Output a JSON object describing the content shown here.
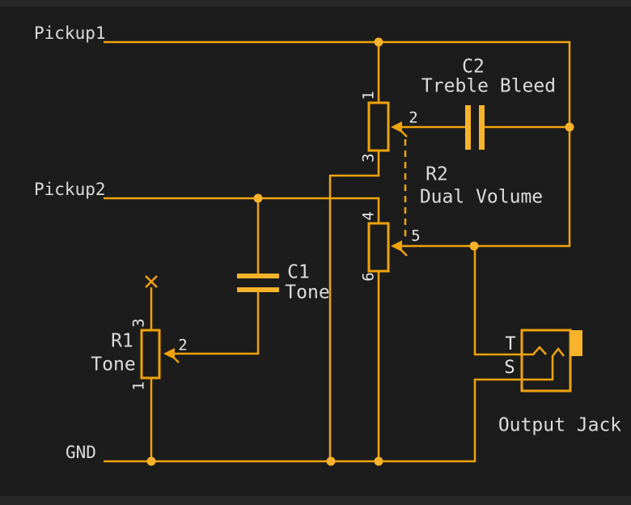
{
  "colors": {
    "wire": "#efa30b",
    "fill": "#f7b32b",
    "background": "#1c1c1c",
    "text": "#dcdcdc"
  },
  "net_labels": {
    "pickup1": "Pickup1",
    "pickup2": "Pickup2",
    "gnd": "GND"
  },
  "components": {
    "c2": {
      "ref": "C2",
      "value": "Treble Bleed"
    },
    "r2": {
      "ref": "R2",
      "value": "Dual Volume",
      "pin1": "1",
      "pin2": "2",
      "pin3": "3",
      "pin4": "4",
      "pin5": "5",
      "pin6": "6"
    },
    "c1": {
      "ref": "C1",
      "value": "Tone"
    },
    "r1": {
      "ref": "R1",
      "value": "Tone",
      "pin1": "1",
      "pin2": "2",
      "pin3": "3"
    },
    "jack": {
      "value": "Output Jack",
      "tip": "T",
      "sleeve": "S"
    }
  }
}
